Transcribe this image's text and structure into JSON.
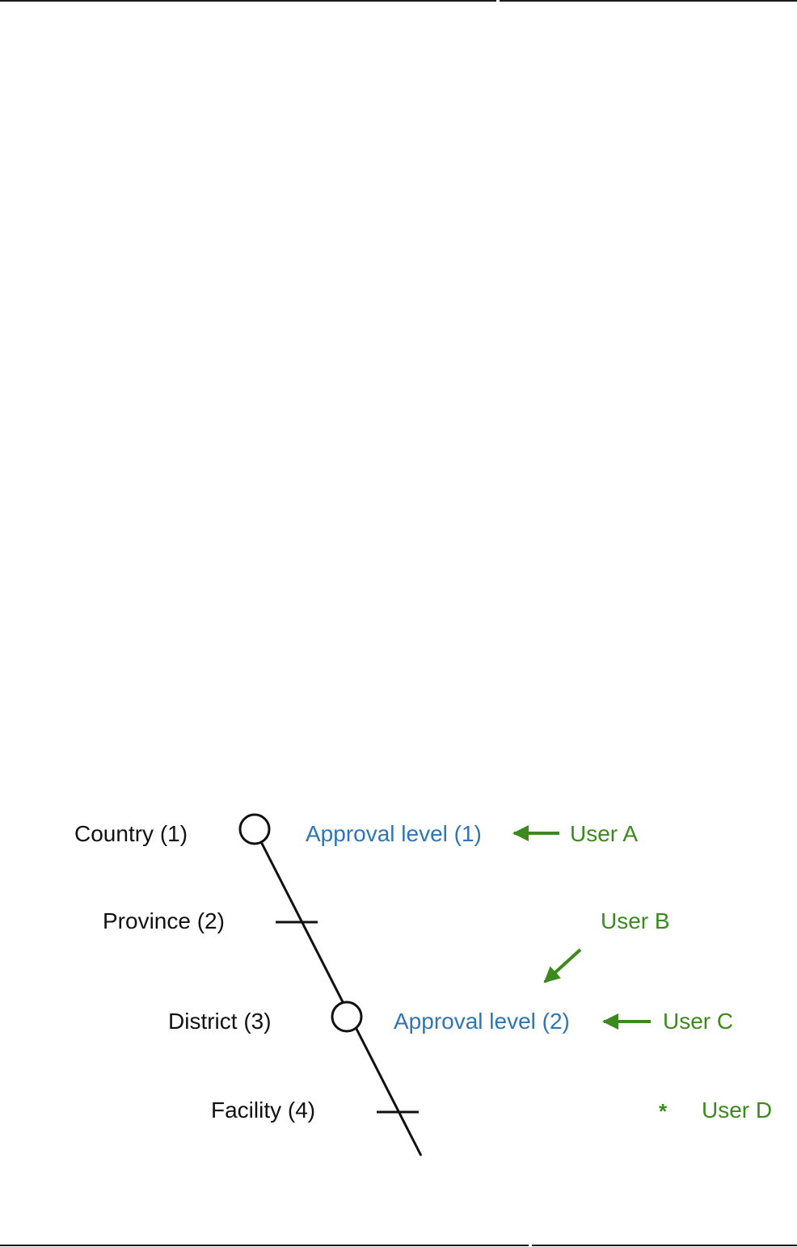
{
  "hierarchy": {
    "levels": [
      {
        "label": "Country (1)"
      },
      {
        "label": "Province (2)"
      },
      {
        "label": "District (3)"
      },
      {
        "label": "Facility (4)"
      }
    ]
  },
  "approval_levels": [
    {
      "label": "Approval level (1)"
    },
    {
      "label": "Approval level (2)"
    }
  ],
  "users": {
    "a": "User A",
    "b": "User B",
    "c": "User C",
    "d": "User D",
    "d_marker": "*"
  },
  "colors": {
    "hierarchy_text": "#111111",
    "approval_text": "#2e75b6",
    "user_text": "#3c8a1e"
  }
}
